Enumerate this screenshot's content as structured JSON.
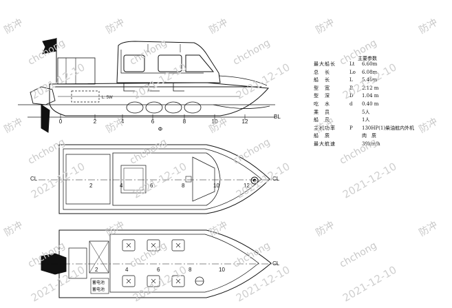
{
  "specs": {
    "title": "主要参数",
    "rows": [
      {
        "label": "最大船长",
        "symbol": "Lt",
        "value": "6.60m"
      },
      {
        "label": "总　长",
        "symbol": "Lo",
        "value": "6.08m"
      },
      {
        "label": "船　长",
        "symbol": "L",
        "value": "5.40m"
      },
      {
        "label": "型　宽",
        "symbol": "B",
        "value": "2.12 m"
      },
      {
        "label": "型　深",
        "symbol": "D",
        "value": "1.04 m"
      },
      {
        "label": "吃　水",
        "symbol": "d",
        "value": "0.40 m"
      },
      {
        "label": "乘　员",
        "symbol": "",
        "value": "5人"
      },
      {
        "label": "船　员",
        "symbol": "",
        "value": "1人"
      },
      {
        "label": "主机功率",
        "symbol": "P",
        "value": "130HP(1)柴油舷内外机"
      },
      {
        "label": "船　质",
        "symbol": "",
        "value": "肉　质"
      },
      {
        "label": "最大航速",
        "symbol": "",
        "value": "39km/h"
      }
    ]
  },
  "side_view": {
    "baseline_label": "BL",
    "frame_labels": [
      "0",
      "2",
      "4",
      "6",
      "8",
      "10",
      "12"
    ],
    "midship_mark": "Φ",
    "deck_note": "L: 5W"
  },
  "plan_view": {
    "centerline_label": "CL",
    "frame_labels": [
      "2",
      "4",
      "6",
      "8",
      "10",
      "12"
    ]
  },
  "deck_view": {
    "centerline_label": "CL",
    "frame_labels": [
      "2",
      "4",
      "6",
      "8",
      "10"
    ],
    "battery_labels": [
      "蓄电池",
      "蓄电池"
    ]
  },
  "watermarks": {
    "brand_cn": "防冲",
    "brand_en": "chchong",
    "date": "2021-12-10"
  }
}
